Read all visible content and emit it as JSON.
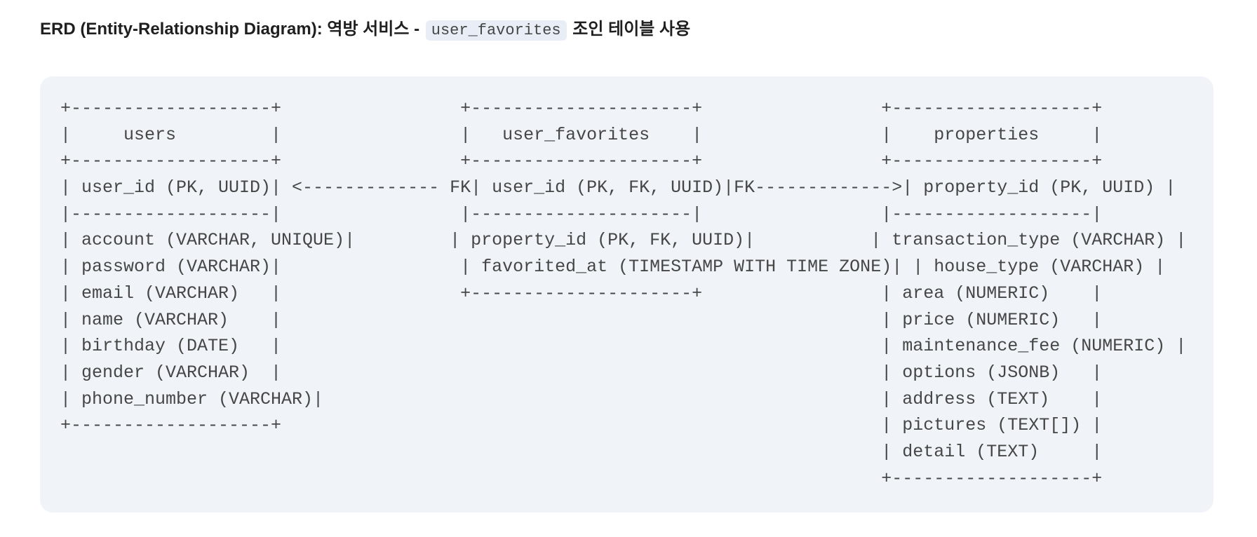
{
  "heading": {
    "prefix": "ERD (Entity-Relationship Diagram): 역방 서비스 -",
    "code": "user_favorites",
    "suffix": "조인 테이블 사용"
  },
  "code_block": {
    "lines": [
      "+-------------------+                 +---------------------+                 +-------------------+",
      "|     users         |                 |   user_favorites    |                 |    properties     |",
      "+-------------------+                 +---------------------+                 +-------------------+",
      "| user_id (PK, UUID)| <------------- FK| user_id (PK, FK, UUID)|FK------------->| property_id (PK, UUID) |",
      "|-------------------|                 |---------------------|                 |-------------------|",
      "| account (VARCHAR, UNIQUE)|         | property_id (PK, FK, UUID)|           | transaction_type (VARCHAR) |",
      "| password (VARCHAR)|                 | favorited_at (TIMESTAMP WITH TIME ZONE)| | house_type (VARCHAR) |",
      "| email (VARCHAR)   |                 +---------------------+                 | area (NUMERIC)    |",
      "| name (VARCHAR)    |                                                         | price (NUMERIC)   |",
      "| birthday (DATE)   |                                                         | maintenance_fee (NUMERIC) |",
      "| gender (VARCHAR)  |                                                         | options (JSONB)   |",
      "| phone_number (VARCHAR)|                                                     | address (TEXT)    |",
      "+-------------------+                                                         | pictures (TEXT[]) |",
      "                                                                              | detail (TEXT)     |",
      "                                                                              +-------------------+"
    ]
  }
}
